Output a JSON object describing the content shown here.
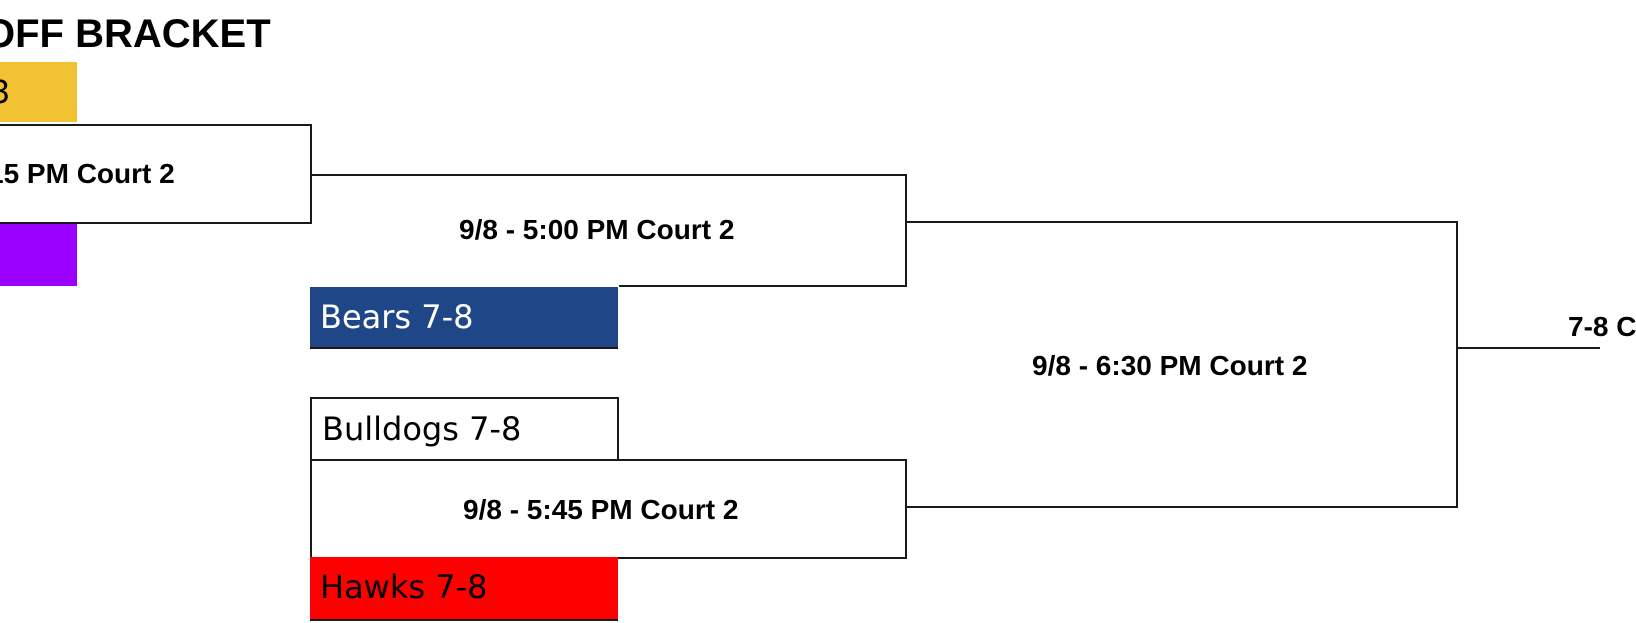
{
  "title": "OFF BRACKET",
  "teams": {
    "top_yellow": {
      "label": "3",
      "color": "#f2c233"
    },
    "top_purple": {
      "label": "",
      "color": "#9900ff"
    },
    "bears": {
      "label": "Bears 7-8",
      "color": "#1f4788"
    },
    "bulldogs": {
      "label": "Bulldogs 7-8",
      "color": "#ffffff"
    },
    "hawks": {
      "label": "Hawks 7-8",
      "color": "#ff0000"
    }
  },
  "games": {
    "round1_top": "15 PM Court 2",
    "semi_top": "9/8 - 5:00 PM Court 2",
    "semi_bottom": "9/8 - 5:45 PM Court 2",
    "final": "9/8 - 6:30 PM Court 2",
    "champion": "7-8 C"
  }
}
